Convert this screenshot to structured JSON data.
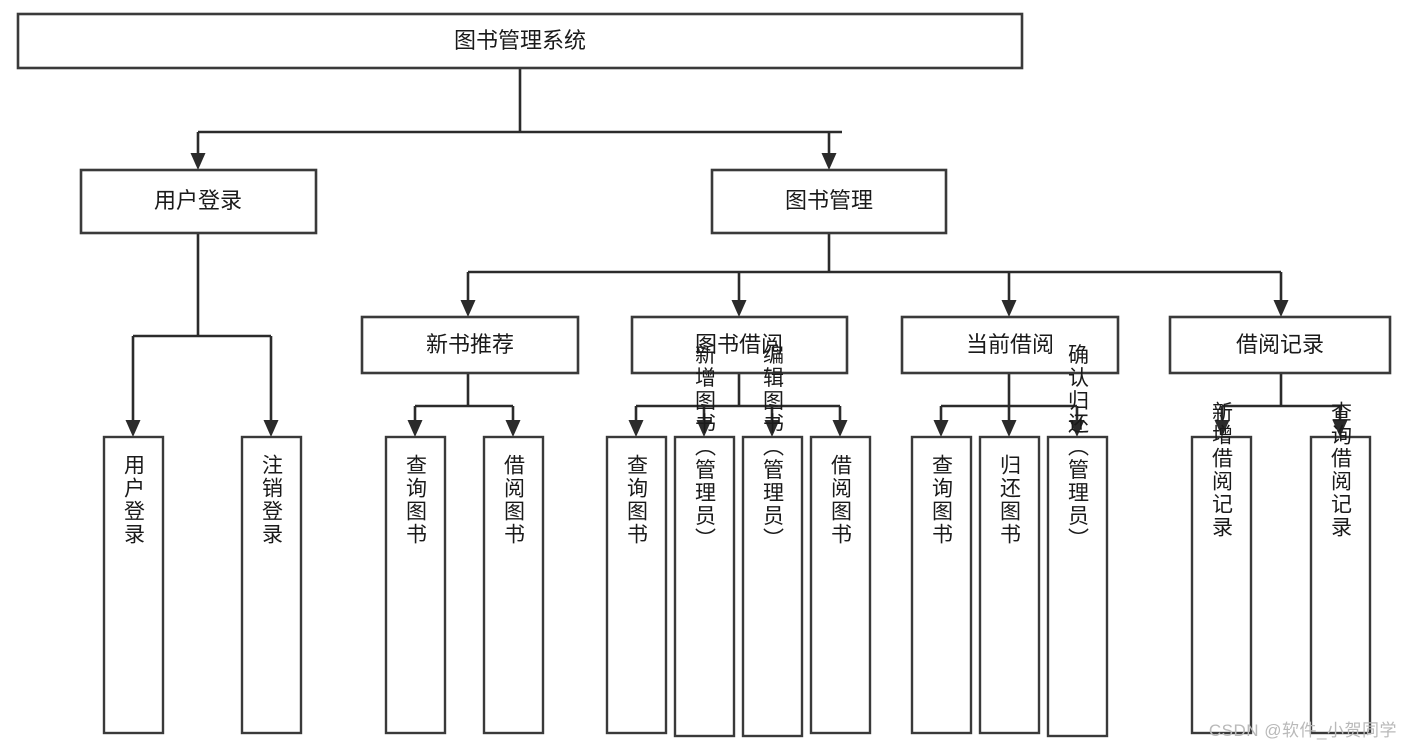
{
  "diagram": {
    "title": "图书管理系统",
    "type": "tree",
    "colors": {
      "box_stroke": "#3a3a3a",
      "connector": "#2b2b2b",
      "background": "#ffffff",
      "text": "#1a1a1a",
      "watermark": "#b9b9b9"
    },
    "root": {
      "label": "图书管理系统"
    },
    "level2": [
      {
        "label": "用户登录"
      },
      {
        "label": "图书管理"
      }
    ],
    "level3": [
      {
        "label": "新书推荐"
      },
      {
        "label": "图书借阅"
      },
      {
        "label": "当前借阅"
      },
      {
        "label": "借阅记录"
      }
    ],
    "leaves": {
      "user_login": [
        {
          "label": "用户登录"
        },
        {
          "label": "注销登录"
        }
      ],
      "new_book_recommend": [
        {
          "label": "查询图书"
        },
        {
          "label": "借阅图书"
        }
      ],
      "book_borrow": [
        {
          "label": "查询图书"
        },
        {
          "label": "新增图书（管理员）"
        },
        {
          "label": "编辑图书（管理员）"
        },
        {
          "label": "借阅图书"
        }
      ],
      "current_borrow": [
        {
          "label": "查询图书"
        },
        {
          "label": "归还图书"
        },
        {
          "label": "确认归还（管理员）"
        }
      ],
      "borrow_record": [
        {
          "label": "新增借阅记录"
        },
        {
          "label": "查询借阅记录"
        }
      ]
    }
  },
  "watermark": {
    "text": "CSDN @软件_小贺同学"
  }
}
